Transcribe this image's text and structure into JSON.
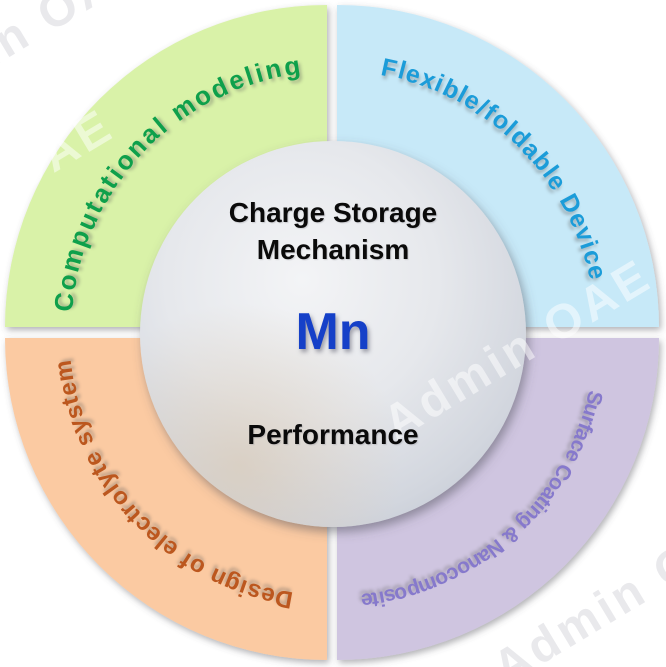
{
  "figure": {
    "center": {
      "title_line1": "Charge Storage",
      "title_line2": "Mechanism",
      "element_symbol": "Mn",
      "bottom_label": "Performance",
      "element_color": "#1540c8",
      "text_color": "#0a0a0a"
    },
    "segments": [
      {
        "label": "Computational modeling",
        "position": "top-left",
        "fill": "#d9f2a8",
        "text_color": "#0ea04b",
        "start_angle": 274.5,
        "end_angle": 353,
        "font_size": 26
      },
      {
        "label": "Flexible/foldable Device",
        "position": "top-right",
        "fill": "#c7e9f8",
        "text_color": "#1b9cd9",
        "start_angle": 10.5,
        "end_angle": 78.5,
        "font_size": 25
      },
      {
        "label": "Surface Coating & Nanocomposite",
        "position": "bottom-right",
        "fill": "#cfc5e0",
        "text_color": "#8679cc",
        "start_angle": 102.5,
        "end_angle": 174,
        "font_size": 21
      },
      {
        "label": "Design of electrolyte system",
        "position": "bottom-left",
        "fill": "#fbcaa2",
        "text_color": "#bc571e",
        "start_angle": 188.5,
        "end_angle": 264,
        "font_size": 24
      }
    ],
    "watermark_text": "Admin OAE"
  }
}
